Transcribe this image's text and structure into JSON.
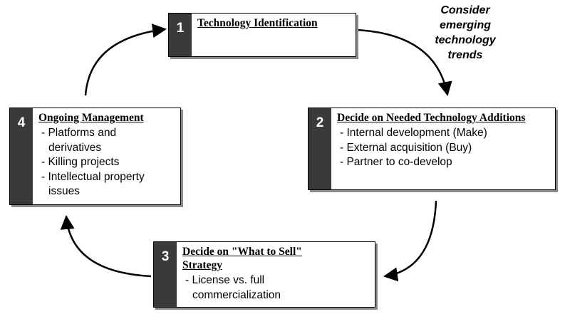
{
  "steps": [
    {
      "number": "1",
      "title": "Technology Identification",
      "items": []
    },
    {
      "number": "2",
      "title": "Decide on Needed Technology Additions",
      "items": [
        "Internal development (Make)",
        "External acquisition (Buy)",
        "Partner to co-develop"
      ]
    },
    {
      "number": "3",
      "title": "Decide on \"What to Sell\" Strategy",
      "items": [
        "License vs. full commercialization"
      ]
    },
    {
      "number": "4",
      "title": "Ongoing Management",
      "items": [
        "Platforms and derivatives",
        "Killing projects",
        "Intellectual property issues"
      ]
    }
  ],
  "annotation": {
    "line1": "Consider",
    "line2": "emerging",
    "line3": "technology",
    "line4": "trends"
  }
}
